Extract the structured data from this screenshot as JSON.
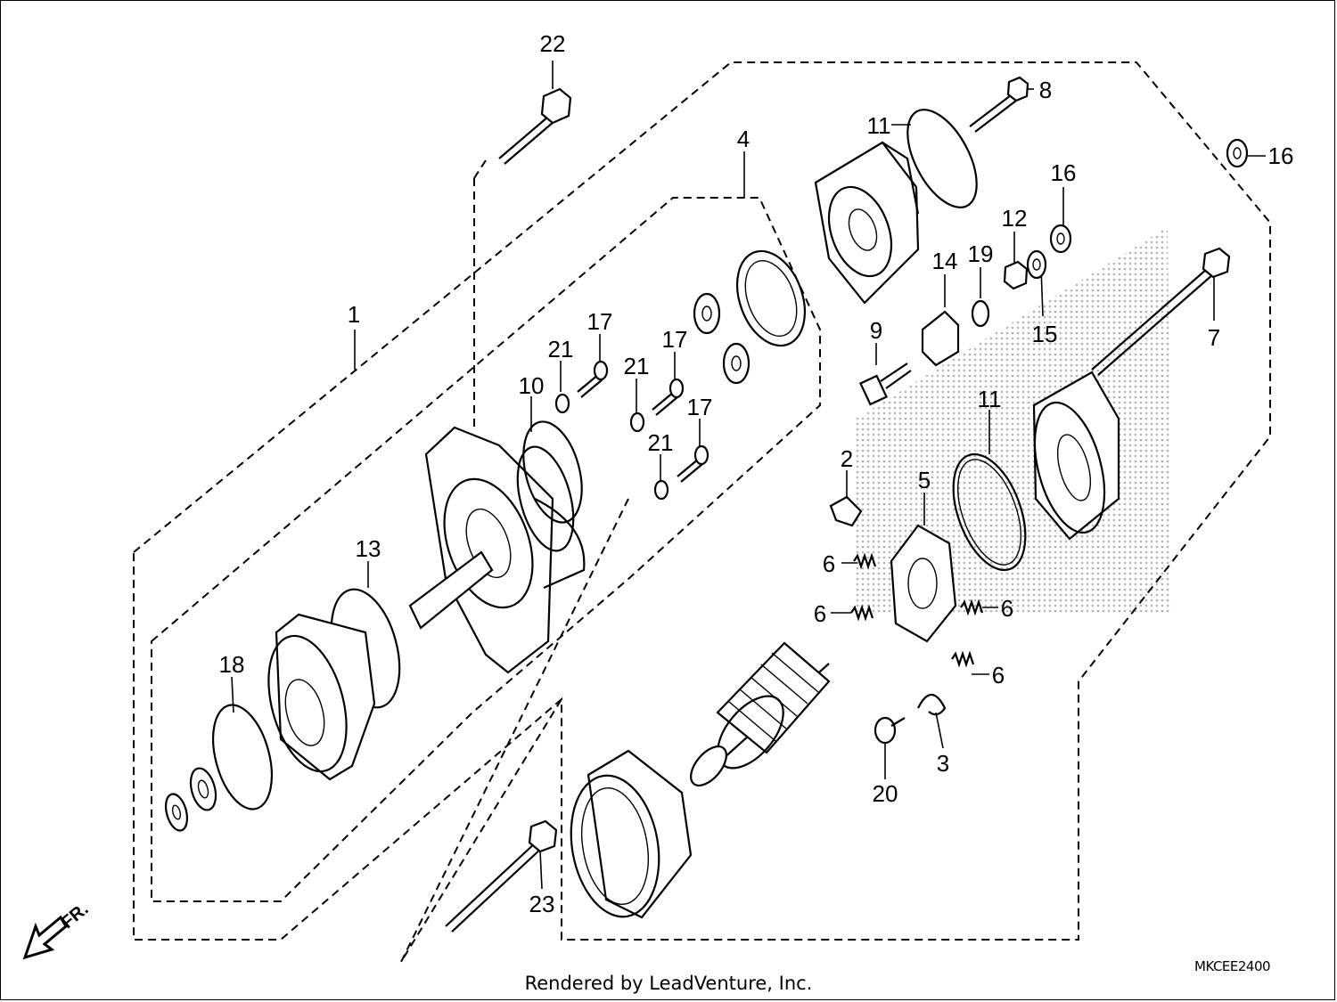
{
  "callouts": {
    "c1": "1",
    "c2": "2",
    "c3": "3",
    "c4": "4",
    "c5": "5",
    "c6a": "6",
    "c6b": "6",
    "c6c": "6",
    "c6d": "6",
    "c7": "7",
    "c8": "8",
    "c9": "9",
    "c10": "10",
    "c11a": "11",
    "c11b": "11",
    "c12": "12",
    "c13": "13",
    "c14": "14",
    "c15": "15",
    "c16a": "16",
    "c16b": "16",
    "c17a": "17",
    "c17b": "17",
    "c17c": "17",
    "c18": "18",
    "c19": "19",
    "c20": "20",
    "c21a": "21",
    "c21b": "21",
    "c21c": "21",
    "c22": "22",
    "c23": "23"
  },
  "direction_marker": "FR.",
  "diagram_code": "MKCEE2400",
  "footer": "Rendered by LeadVenture, Inc.",
  "colors": {
    "line": "#000000",
    "background": "#ffffff",
    "watermark": "#bdbdbd"
  }
}
